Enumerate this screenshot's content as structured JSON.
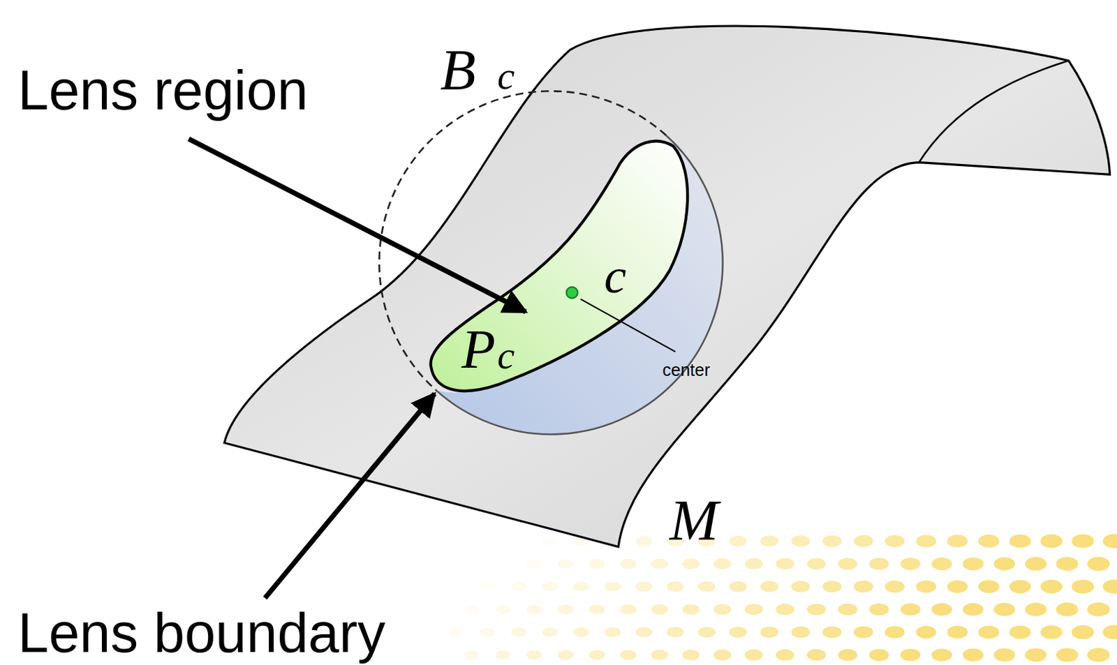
{
  "diagram": {
    "labels": [
      "Lens region",
      "Lens boundary",
      "B",
      "c",
      "P",
      "c",
      "c",
      "center",
      "M"
    ]
  }
}
